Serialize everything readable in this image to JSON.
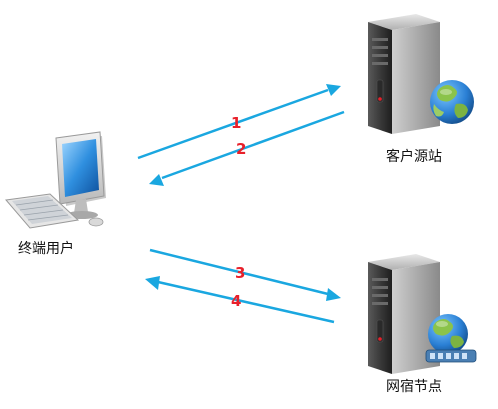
{
  "nodes": {
    "client": {
      "label": "终端用户",
      "icon": "desktop-computer-icon"
    },
    "origin": {
      "label": "客户源站",
      "icon": "web-server-icon"
    },
    "edge": {
      "label": "网宿节点",
      "icon": "cdn-server-icon"
    }
  },
  "arrows": [
    {
      "number": "1",
      "from": "client",
      "to": "origin"
    },
    {
      "number": "2",
      "from": "origin",
      "to": "client"
    },
    {
      "number": "3",
      "from": "client",
      "to": "edge"
    },
    {
      "number": "4",
      "from": "edge",
      "to": "client"
    }
  ],
  "colors": {
    "arrow": "#1aa7e0",
    "number": "#e8202a",
    "server_body": "#3a3a3a",
    "globe_sea": "#2a7fd4",
    "globe_land": "#8bc34a"
  }
}
